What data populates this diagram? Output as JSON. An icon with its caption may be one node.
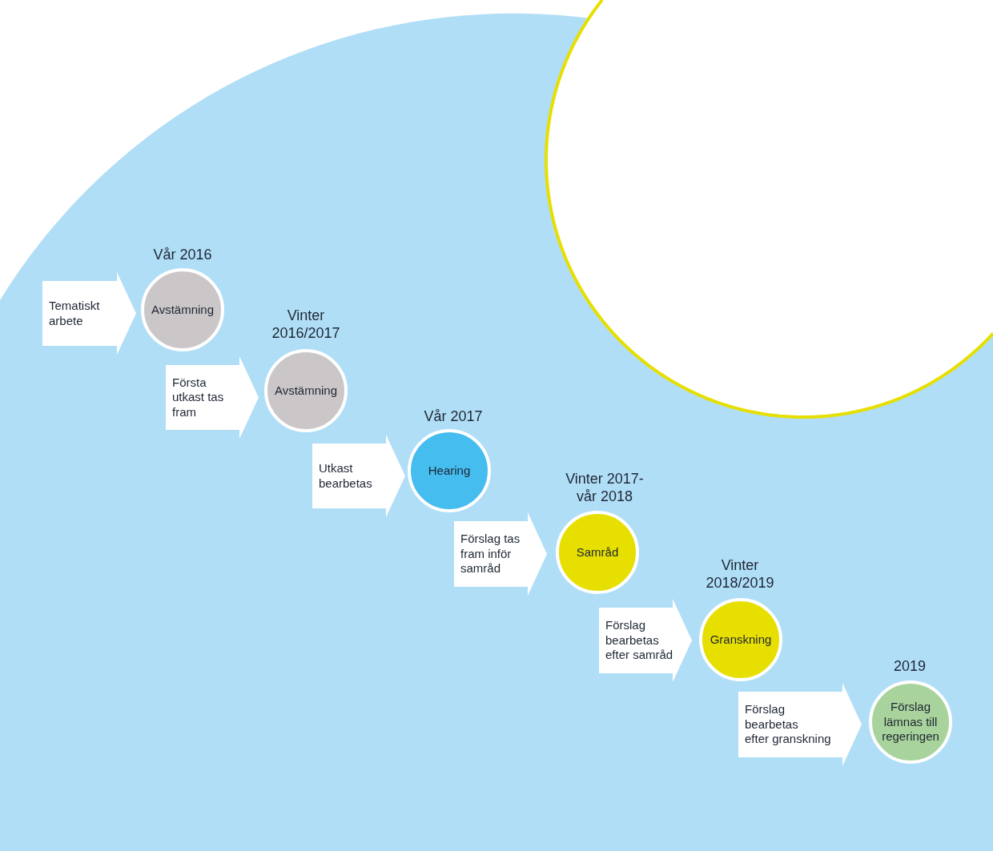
{
  "diagram": {
    "nodes": [
      {
        "text": [
          "Tematiskt arbete"
        ]
      },
      {
        "text": [
          "Avstämning"
        ],
        "beside": [
          "Vår 2016"
        ]
      },
      {
        "text": [
          "Första utkast tas fram"
        ]
      },
      {
        "text": [
          "Avstämning"
        ],
        "beside": [
          "Vinter 2016/2017"
        ]
      },
      {
        "text": [
          "Utkast bearbetas"
        ]
      },
      {
        "text": [
          "Hearing"
        ],
        "beside": [
          "Vår 2017"
        ]
      },
      {
        "text": [
          "Förslag tas fram inför samråd"
        ]
      },
      {
        "text": [
          "Samråd"
        ],
        "beside": [
          "Vinter 2017- vår 2018"
        ]
      },
      {
        "text": [
          "Förslag bearbetas efter samråd"
        ]
      },
      {
        "text": [
          "Granskning"
        ],
        "beside": [
          "Vinter 2018/2019"
        ]
      },
      {
        "text": [
          "Förslag bearbetas efter granskning"
        ]
      },
      {
        "text": [
          "Förslag lämnas till regeringen"
        ],
        "beside": [
          "2019"
        ]
      }
    ]
  }
}
